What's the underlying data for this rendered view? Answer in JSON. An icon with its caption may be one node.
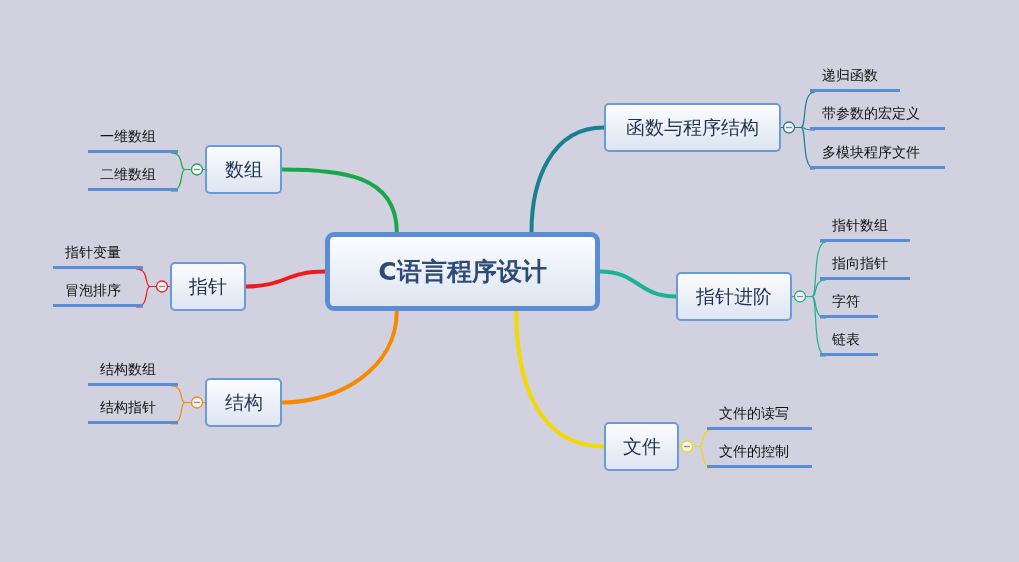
{
  "diagram": {
    "nodes": [
      {
        "text": [
          "C语言程序设计"
        ]
      },
      {
        "text": [
          "函数与程序结构"
        ]
      },
      {
        "text": [
          "指针进阶"
        ]
      },
      {
        "text": [
          "文件"
        ]
      },
      {
        "text": [
          "数组"
        ]
      },
      {
        "text": [
          "指针"
        ]
      },
      {
        "text": [
          "结构"
        ]
      },
      {
        "text": [
          "递归函数"
        ]
      },
      {
        "text": [
          "带参数的宏定义"
        ]
      },
      {
        "text": [
          "多模块程序文件"
        ]
      },
      {
        "text": [
          "指针数组"
        ]
      },
      {
        "text": [
          "指向指针"
        ]
      },
      {
        "text": [
          "字符"
        ]
      },
      {
        "text": [
          "链表"
        ]
      },
      {
        "text": [
          "文件的读写"
        ]
      },
      {
        "text": [
          "文件的控制"
        ]
      },
      {
        "text": [
          "一维数组"
        ]
      },
      {
        "text": [
          "二维数组"
        ]
      },
      {
        "text": [
          "指针变量"
        ]
      },
      {
        "text": [
          "冒泡排序"
        ]
      },
      {
        "text": [
          "结构数组"
        ]
      },
      {
        "text": [
          "结构指针"
        ]
      }
    ],
    "edges": [
      {
        "from": 0,
        "to": 1,
        "arrow": "none",
        "style": "thick",
        "color": "#1a7f8e"
      },
      {
        "from": 0,
        "to": 2,
        "arrow": "none",
        "style": "thick",
        "color": "#1ab394"
      },
      {
        "from": 0,
        "to": 3,
        "arrow": "none",
        "style": "thick",
        "color": "#f5d800"
      },
      {
        "from": 0,
        "to": 4,
        "arrow": "none",
        "style": "thick",
        "color": "#17a84a"
      },
      {
        "from": 0,
        "to": 5,
        "arrow": "none",
        "style": "thick",
        "color": "#ec1c1c"
      },
      {
        "from": 0,
        "to": 6,
        "arrow": "none",
        "style": "thick",
        "color": "#f58a00"
      },
      {
        "from": 1,
        "to": 7,
        "arrow": "other",
        "color": "#1a7f8e"
      },
      {
        "from": 1,
        "to": 8,
        "arrow": "other",
        "color": "#1a7f8e"
      },
      {
        "from": 1,
        "to": 9,
        "arrow": "other",
        "color": "#1a7f8e"
      },
      {
        "from": 2,
        "to": 10,
        "arrow": "other",
        "color": "#1ab394"
      },
      {
        "from": 2,
        "to": 11,
        "arrow": "other",
        "color": "#1ab394"
      },
      {
        "from": 2,
        "to": 12,
        "arrow": "other",
        "color": "#1ab394"
      },
      {
        "from": 2,
        "to": 13,
        "arrow": "other",
        "color": "#1ab394"
      },
      {
        "from": 3,
        "to": 14,
        "arrow": "other",
        "color": "#f5d800"
      },
      {
        "from": 3,
        "to": 15,
        "arrow": "other",
        "color": "#f5d800"
      },
      {
        "from": 4,
        "to": 16,
        "arrow": "other",
        "color": "#17a84a"
      },
      {
        "from": 4,
        "to": 17,
        "arrow": "other",
        "color": "#17a84a"
      },
      {
        "from": 5,
        "to": 18,
        "arrow": "other",
        "color": "#ec1c1c"
      },
      {
        "from": 5,
        "to": 19,
        "arrow": "other",
        "color": "#ec1c1c"
      },
      {
        "from": 6,
        "to": 20,
        "arrow": "other",
        "color": "#f58a00"
      },
      {
        "from": 6,
        "to": 21,
        "arrow": "other",
        "color": "#f58a00"
      }
    ]
  }
}
